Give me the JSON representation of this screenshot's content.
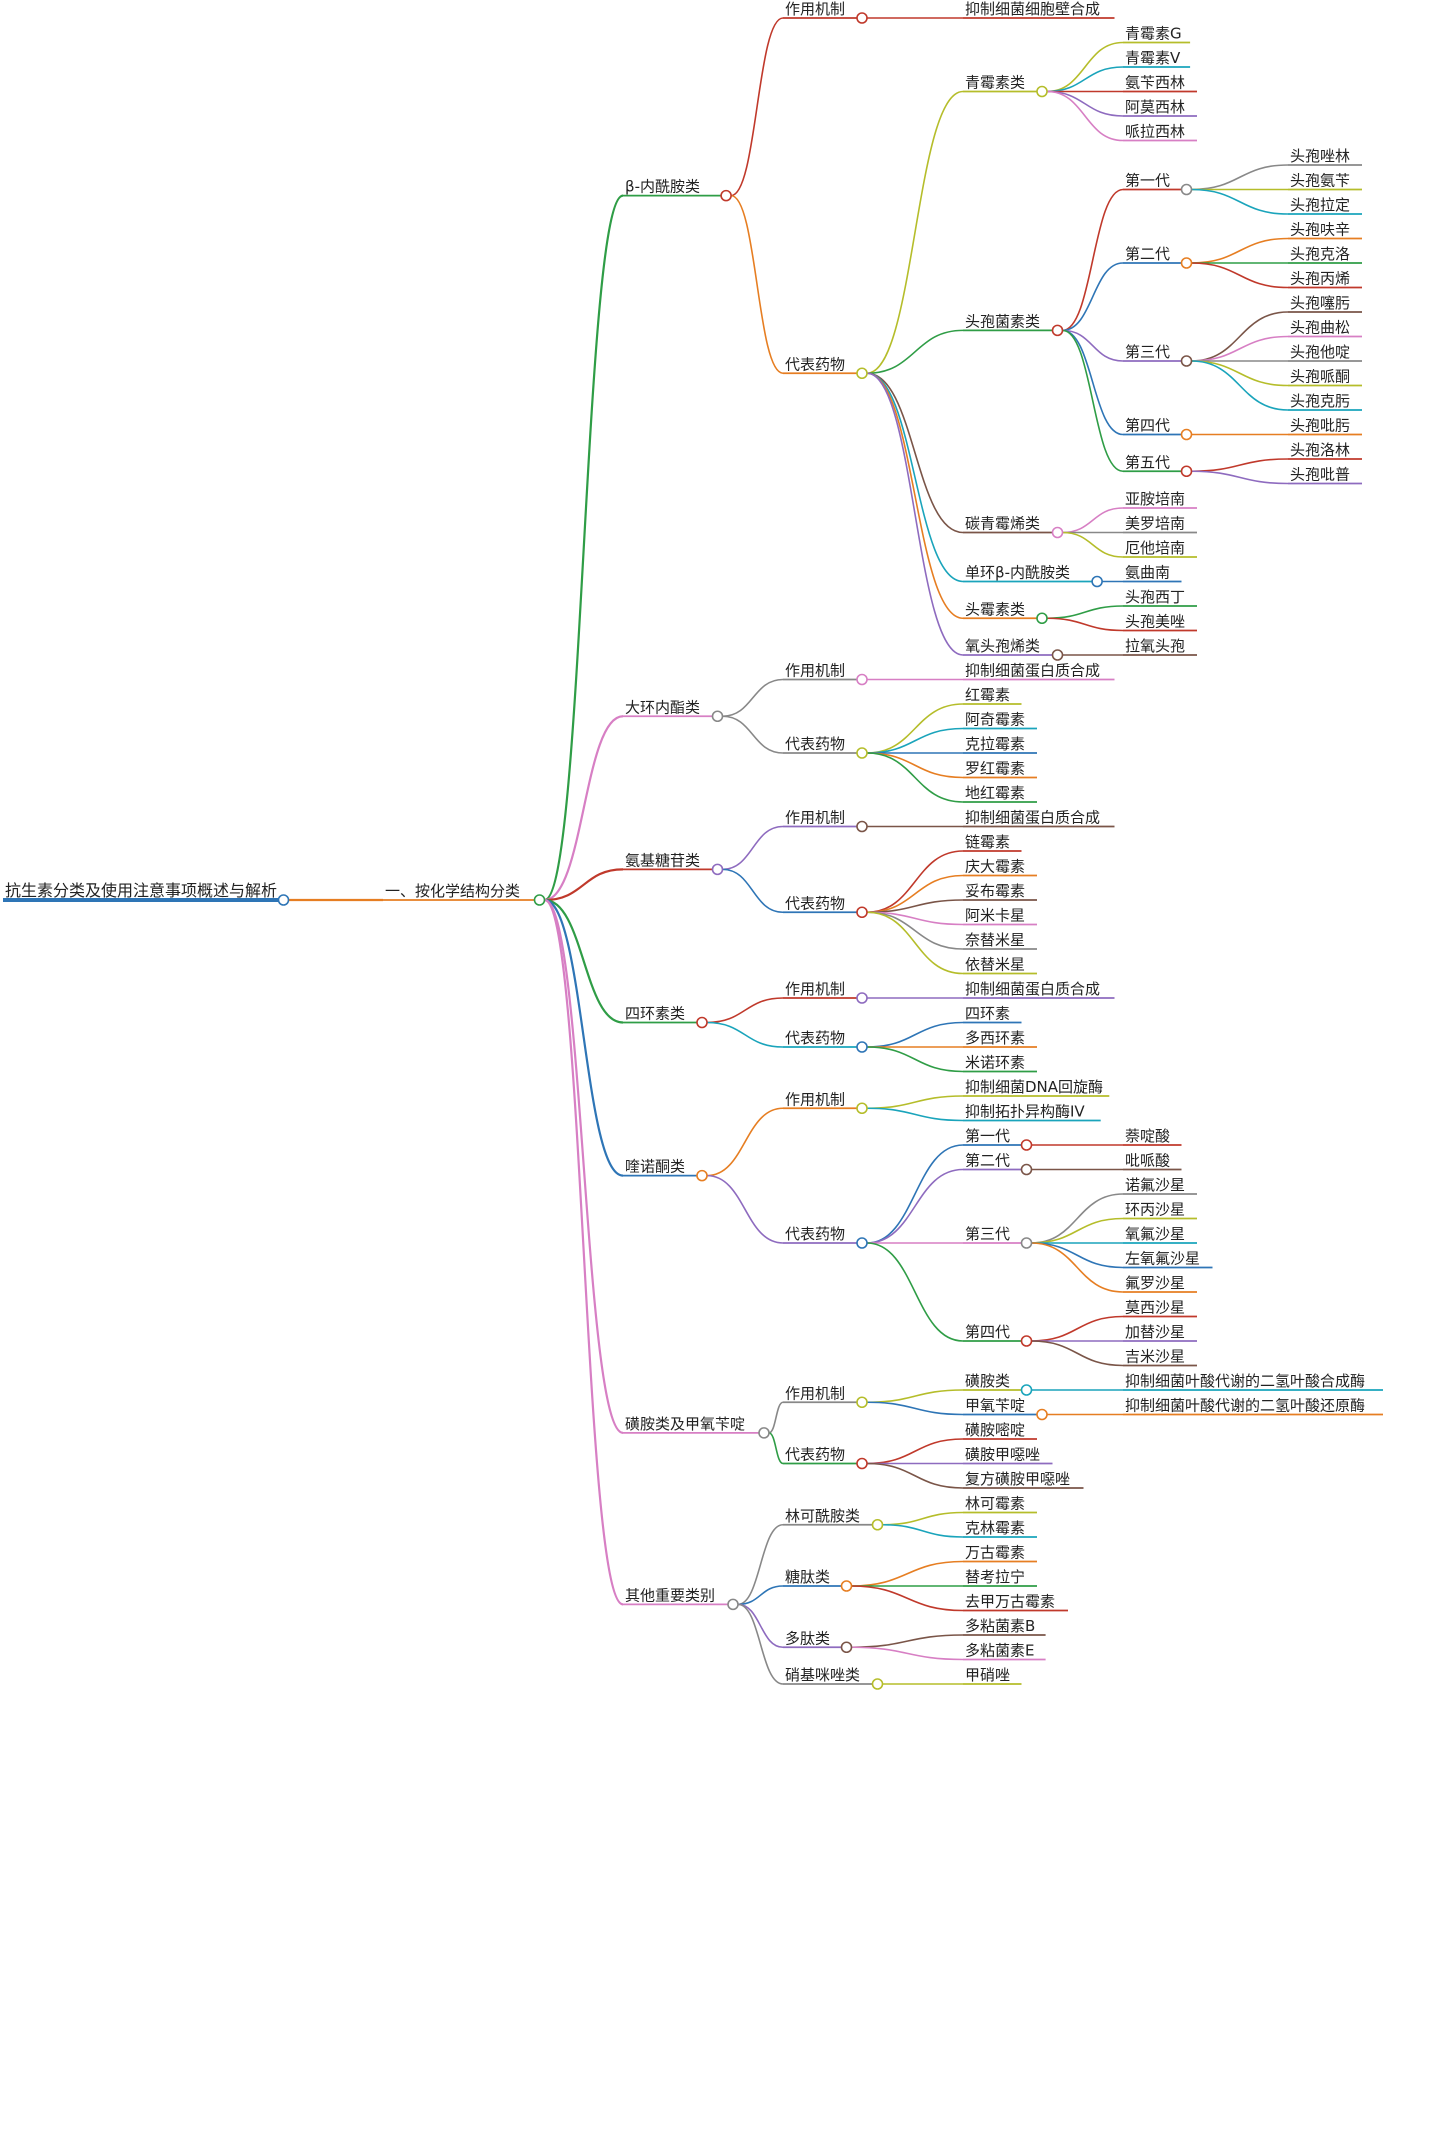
{
  "palette": [
    "#c0392b",
    "#e67e22",
    "#b5bd2a",
    "#1aa4bb",
    "#2e75b6",
    "#2f9d46",
    "#8e6bbf",
    "#d77fc4",
    "#7a5548",
    "#888888"
  ],
  "mindmap": {
    "text": "抗生素分类及使用注意事项概述与解析",
    "color": "#2e75b6",
    "children": [
      {
        "text": "一、按化学结构分类",
        "color": "#e67e22",
        "children": [
          {
            "text": "β-内酰胺类",
            "color": "#2f9d46",
            "children": [
              {
                "text": "作用机制",
                "color": "#c0392b",
                "children": [
                  {
                    "text": "抑制细菌细胞壁合成",
                    "color": "#c0392b"
                  }
                ]
              },
              {
                "text": "代表药物",
                "color": "#e67e22",
                "children": [
                  {
                    "text": "青霉素类",
                    "color": "#b5bd2a",
                    "children": [
                      {
                        "text": "青霉素G",
                        "color": "#b5bd2a"
                      },
                      {
                        "text": "青霉素V",
                        "color": "#1aa4bb"
                      },
                      {
                        "text": "氨苄西林",
                        "color": "#c0392b"
                      },
                      {
                        "text": "阿莫西林",
                        "color": "#8e6bbf"
                      },
                      {
                        "text": "哌拉西林",
                        "color": "#d77fc4"
                      }
                    ]
                  },
                  {
                    "text": "头孢菌素类",
                    "color": "#2f9d46",
                    "children": [
                      {
                        "text": "第一代",
                        "color": "#c0392b",
                        "children": [
                          {
                            "text": "头孢唑林",
                            "color": "#888888"
                          },
                          {
                            "text": "头孢氨苄",
                            "color": "#b5bd2a"
                          },
                          {
                            "text": "头孢拉定",
                            "color": "#1aa4bb"
                          }
                        ]
                      },
                      {
                        "text": "第二代",
                        "color": "#2e75b6",
                        "children": [
                          {
                            "text": "头孢呋辛",
                            "color": "#e67e22"
                          },
                          {
                            "text": "头孢克洛",
                            "color": "#2f9d46"
                          },
                          {
                            "text": "头孢丙烯",
                            "color": "#c0392b"
                          }
                        ]
                      },
                      {
                        "text": "第三代",
                        "color": "#8e6bbf",
                        "children": [
                          {
                            "text": "头孢噻肟",
                            "color": "#7a5548"
                          },
                          {
                            "text": "头孢曲松",
                            "color": "#d77fc4"
                          },
                          {
                            "text": "头孢他啶",
                            "color": "#888888"
                          },
                          {
                            "text": "头孢哌酮",
                            "color": "#b5bd2a"
                          },
                          {
                            "text": "头孢克肟",
                            "color": "#1aa4bb"
                          }
                        ]
                      },
                      {
                        "text": "第四代",
                        "color": "#2e75b6",
                        "children": [
                          {
                            "text": "头孢吡肟",
                            "color": "#e67e22"
                          }
                        ]
                      },
                      {
                        "text": "第五代",
                        "color": "#2f9d46",
                        "children": [
                          {
                            "text": "头孢洛林",
                            "color": "#c0392b"
                          },
                          {
                            "text": "头孢吡普",
                            "color": "#8e6bbf"
                          }
                        ]
                      }
                    ]
                  },
                  {
                    "text": "碳青霉烯类",
                    "color": "#7a5548",
                    "children": [
                      {
                        "text": "亚胺培南",
                        "color": "#d77fc4"
                      },
                      {
                        "text": "美罗培南",
                        "color": "#888888"
                      },
                      {
                        "text": "厄他培南",
                        "color": "#b5bd2a"
                      }
                    ]
                  },
                  {
                    "text": "单环β-内酰胺类",
                    "color": "#1aa4bb",
                    "children": [
                      {
                        "text": "氨曲南",
                        "color": "#2e75b6"
                      }
                    ]
                  },
                  {
                    "text": "头霉素类",
                    "color": "#e67e22",
                    "children": [
                      {
                        "text": "头孢西丁",
                        "color": "#2f9d46"
                      },
                      {
                        "text": "头孢美唑",
                        "color": "#c0392b"
                      }
                    ]
                  },
                  {
                    "text": "氧头孢烯类",
                    "color": "#8e6bbf",
                    "children": [
                      {
                        "text": "拉氧头孢",
                        "color": "#7a5548"
                      }
                    ]
                  }
                ]
              }
            ]
          },
          {
            "text": "大环内酯类",
            "color": "#d77fc4",
            "children": [
              {
                "text": "作用机制",
                "color": "#888888",
                "children": [
                  {
                    "text": "抑制细菌蛋白质合成",
                    "color": "#d77fc4"
                  }
                ]
              },
              {
                "text": "代表药物",
                "color": "#888888",
                "children": [
                  {
                    "text": "红霉素",
                    "color": "#b5bd2a"
                  },
                  {
                    "text": "阿奇霉素",
                    "color": "#1aa4bb"
                  },
                  {
                    "text": "克拉霉素",
                    "color": "#2e75b6"
                  },
                  {
                    "text": "罗红霉素",
                    "color": "#e67e22"
                  },
                  {
                    "text": "地红霉素",
                    "color": "#2f9d46"
                  }
                ]
              }
            ]
          },
          {
            "text": "氨基糖苷类",
            "color": "#c0392b",
            "children": [
              {
                "text": "作用机制",
                "color": "#8e6bbf",
                "children": [
                  {
                    "text": "抑制细菌蛋白质合成",
                    "color": "#7a5548"
                  }
                ]
              },
              {
                "text": "代表药物",
                "color": "#2e75b6",
                "children": [
                  {
                    "text": "链霉素",
                    "color": "#c0392b"
                  },
                  {
                    "text": "庆大霉素",
                    "color": "#e67e22"
                  },
                  {
                    "text": "妥布霉素",
                    "color": "#7a5548"
                  },
                  {
                    "text": "阿米卡星",
                    "color": "#d77fc4"
                  },
                  {
                    "text": "奈替米星",
                    "color": "#888888"
                  },
                  {
                    "text": "依替米星",
                    "color": "#b5bd2a"
                  }
                ]
              }
            ]
          },
          {
            "text": "四环素类",
            "color": "#2f9d46",
            "children": [
              {
                "text": "作用机制",
                "color": "#c0392b",
                "children": [
                  {
                    "text": "抑制细菌蛋白质合成",
                    "color": "#8e6bbf"
                  }
                ]
              },
              {
                "text": "代表药物",
                "color": "#1aa4bb",
                "children": [
                  {
                    "text": "四环素",
                    "color": "#2e75b6"
                  },
                  {
                    "text": "多西环素",
                    "color": "#e67e22"
                  },
                  {
                    "text": "米诺环素",
                    "color": "#2f9d46"
                  }
                ]
              }
            ]
          },
          {
            "text": "喹诺酮类",
            "color": "#2e75b6",
            "children": [
              {
                "text": "作用机制",
                "color": "#e67e22",
                "children": [
                  {
                    "text": "抑制细菌DNA回旋酶",
                    "color": "#b5bd2a"
                  },
                  {
                    "text": "抑制拓扑异构酶IV",
                    "color": "#1aa4bb"
                  }
                ]
              },
              {
                "text": "代表药物",
                "color": "#8e6bbf",
                "children": [
                  {
                    "text": "第一代",
                    "color": "#2e75b6",
                    "children": [
                      {
                        "text": "萘啶酸",
                        "color": "#c0392b"
                      }
                    ]
                  },
                  {
                    "text": "第二代",
                    "color": "#8e6bbf",
                    "children": [
                      {
                        "text": "吡哌酸",
                        "color": "#7a5548"
                      }
                    ]
                  },
                  {
                    "text": "第三代",
                    "color": "#d77fc4",
                    "children": [
                      {
                        "text": "诺氟沙星",
                        "color": "#888888"
                      },
                      {
                        "text": "环丙沙星",
                        "color": "#b5bd2a"
                      },
                      {
                        "text": "氧氟沙星",
                        "color": "#1aa4bb"
                      },
                      {
                        "text": "左氧氟沙星",
                        "color": "#2e75b6"
                      },
                      {
                        "text": "氟罗沙星",
                        "color": "#e67e22"
                      }
                    ]
                  },
                  {
                    "text": "第四代",
                    "color": "#2f9d46",
                    "children": [
                      {
                        "text": "莫西沙星",
                        "color": "#c0392b"
                      },
                      {
                        "text": "加替沙星",
                        "color": "#8e6bbf"
                      },
                      {
                        "text": "吉米沙星",
                        "color": "#7a5548"
                      }
                    ]
                  }
                ]
              }
            ]
          },
          {
            "text": "磺胺类及甲氧苄啶",
            "color": "#d77fc4",
            "children": [
              {
                "text": "作用机制",
                "color": "#888888",
                "children": [
                  {
                    "text": "磺胺类",
                    "color": "#b5bd2a",
                    "children": [
                      {
                        "text": "抑制细菌叶酸代谢的二氢叶酸合成酶",
                        "color": "#1aa4bb"
                      }
                    ]
                  },
                  {
                    "text": "甲氧苄啶",
                    "color": "#2e75b6",
                    "children": [
                      {
                        "text": "抑制细菌叶酸代谢的二氢叶酸还原酶",
                        "color": "#e67e22"
                      }
                    ]
                  }
                ]
              },
              {
                "text": "代表药物",
                "color": "#2f9d46",
                "children": [
                  {
                    "text": "磺胺嘧啶",
                    "color": "#c0392b"
                  },
                  {
                    "text": "磺胺甲噁唑",
                    "color": "#8e6bbf"
                  },
                  {
                    "text": "复方磺胺甲噁唑",
                    "color": "#7a5548"
                  }
                ]
              }
            ]
          },
          {
            "text": "其他重要类别",
            "color": "#d77fc4",
            "children": [
              {
                "text": "林可酰胺类",
                "color": "#888888",
                "children": [
                  {
                    "text": "林可霉素",
                    "color": "#b5bd2a"
                  },
                  {
                    "text": "克林霉素",
                    "color": "#1aa4bb"
                  }
                ]
              },
              {
                "text": "糖肽类",
                "color": "#2e75b6",
                "children": [
                  {
                    "text": "万古霉素",
                    "color": "#e67e22"
                  },
                  {
                    "text": "替考拉宁",
                    "color": "#2f9d46"
                  },
                  {
                    "text": "去甲万古霉素",
                    "color": "#c0392b"
                  }
                ]
              },
              {
                "text": "多肽类",
                "color": "#8e6bbf",
                "children": [
                  {
                    "text": "多粘菌素B",
                    "color": "#7a5548"
                  },
                  {
                    "text": "多粘菌素E",
                    "color": "#d77fc4"
                  }
                ]
              },
              {
                "text": "硝基咪唑类",
                "color": "#888888",
                "children": [
                  {
                    "text": "甲硝唑",
                    "color": "#b5bd2a"
                  }
                ]
              }
            ]
          }
        ]
      }
    ]
  }
}
